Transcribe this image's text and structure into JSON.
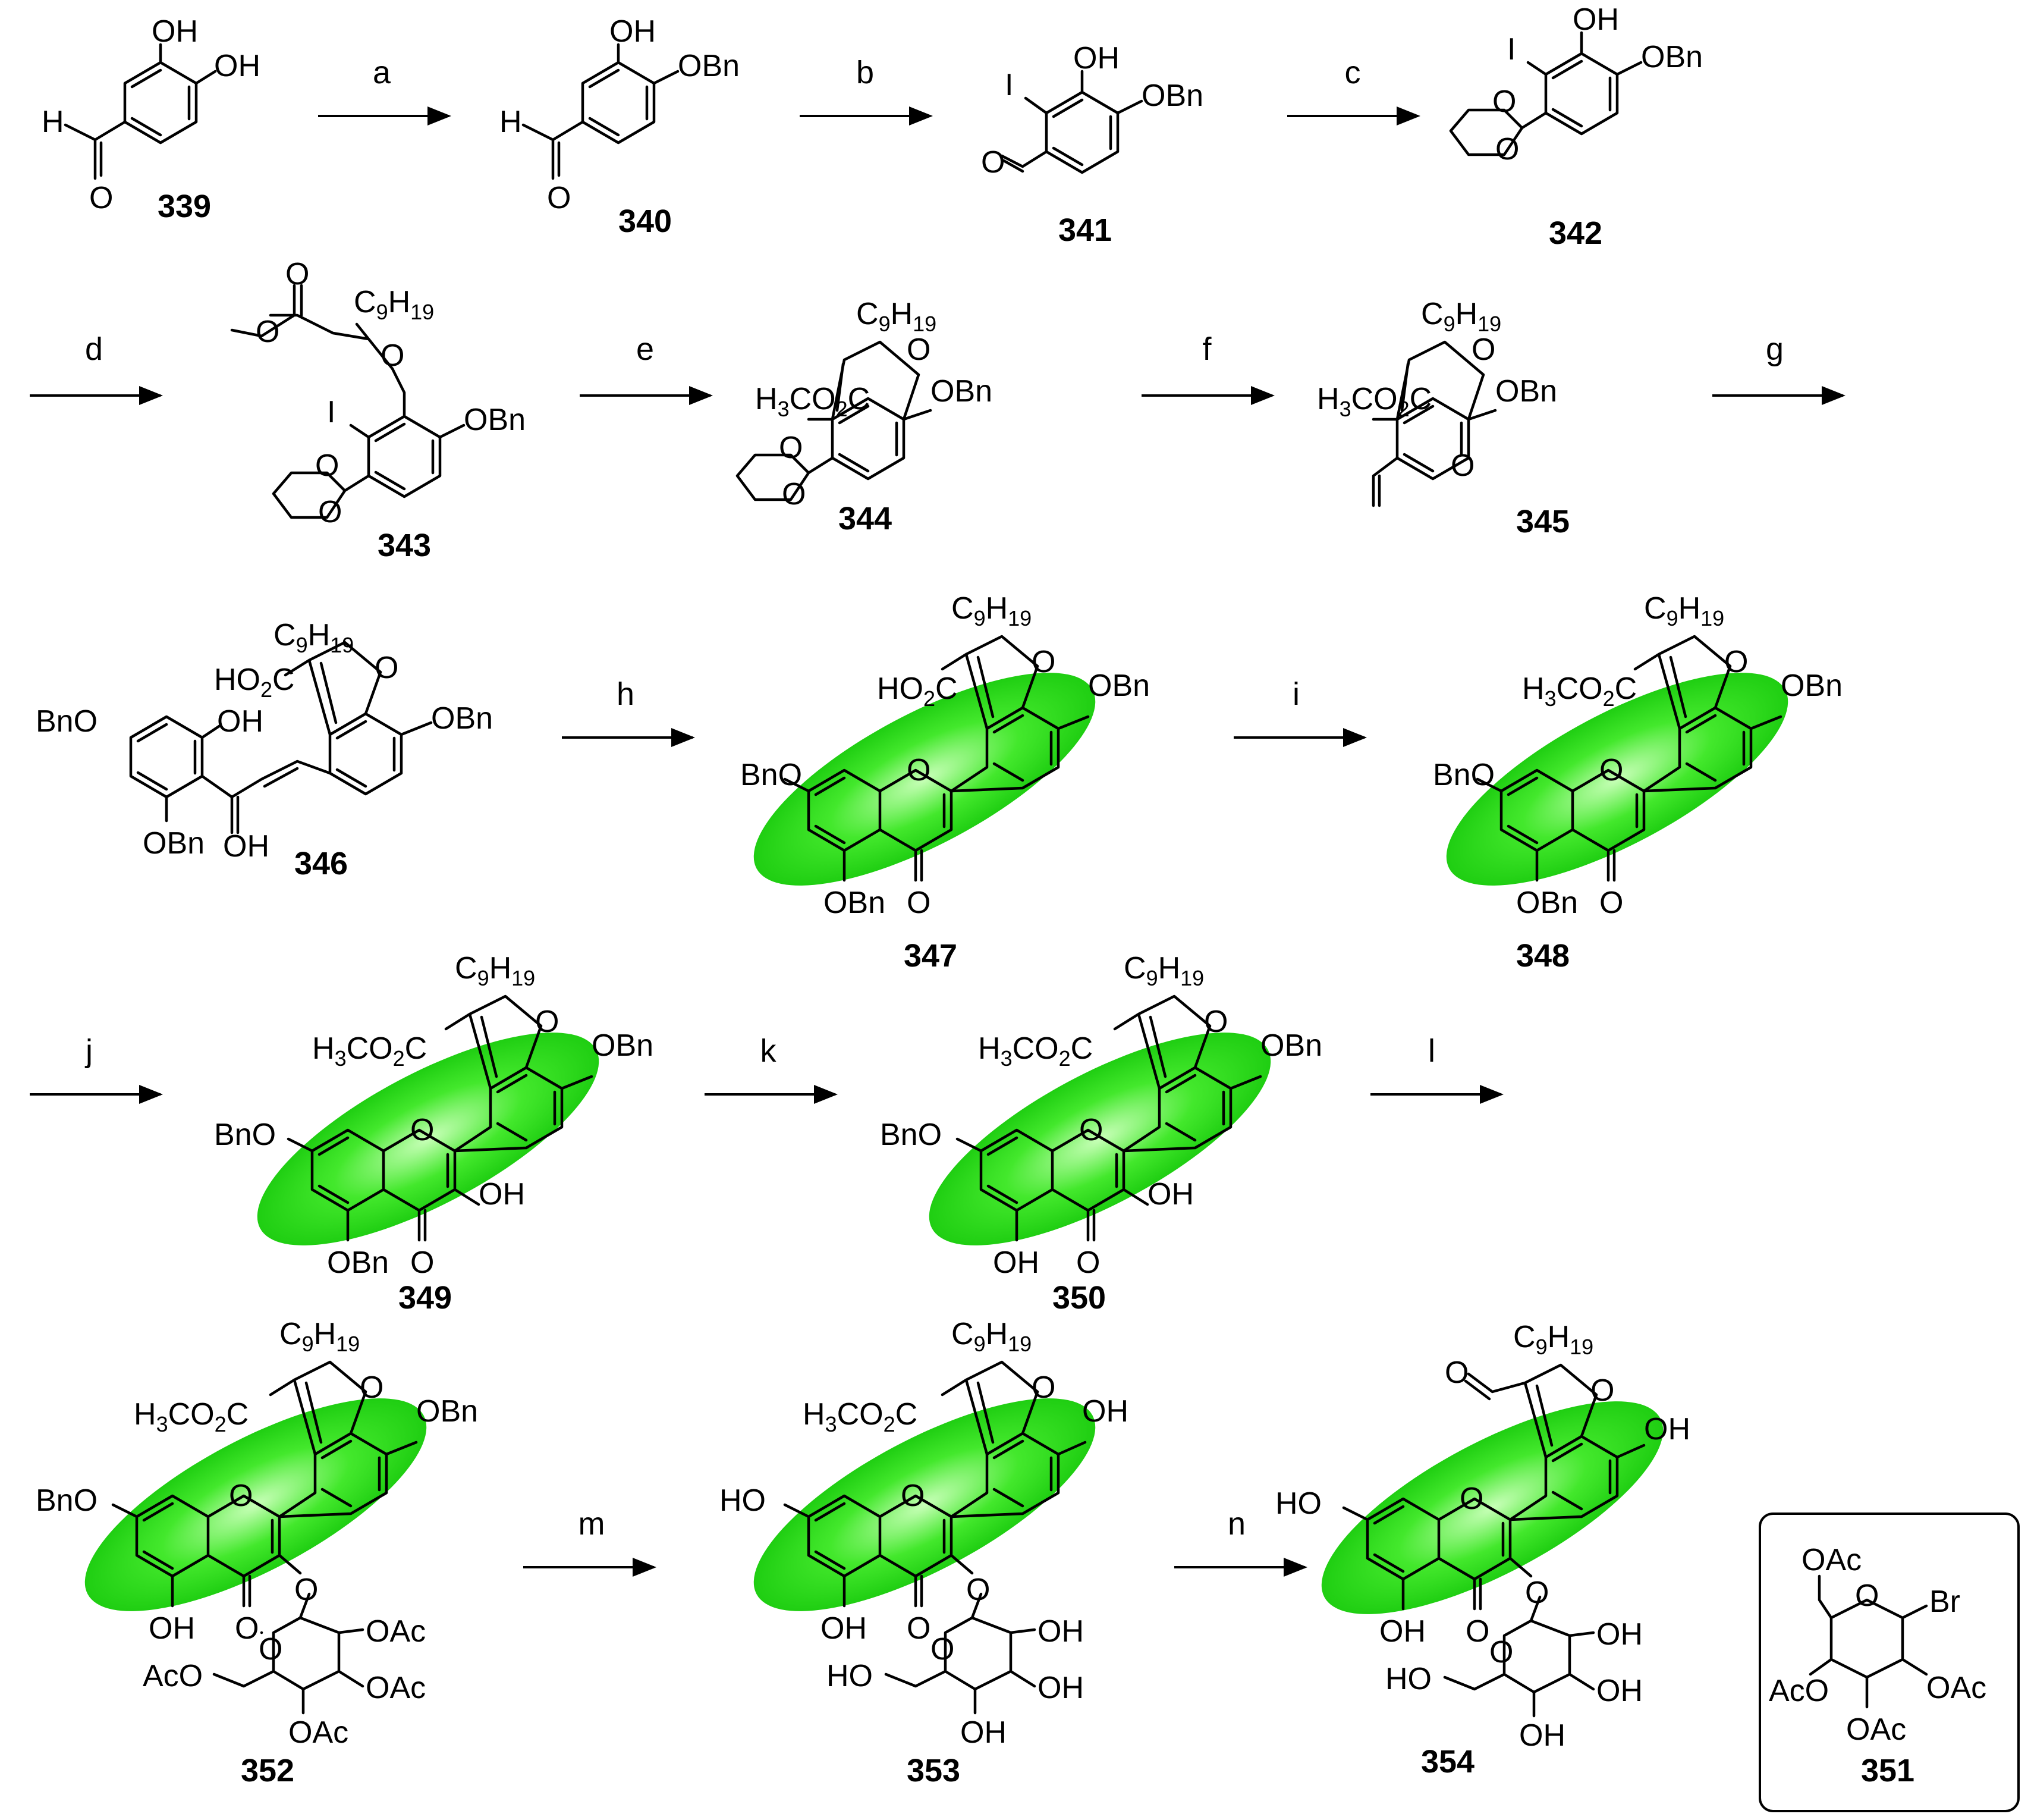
{
  "steps": [
    "a",
    "b",
    "c",
    "d",
    "e",
    "f",
    "g",
    "h",
    "i",
    "j",
    "k",
    "l",
    "m",
    "n"
  ],
  "compounds": {
    "c339": {
      "id": "339",
      "OH_a": "OH",
      "OH_b": "OH",
      "H": "H",
      "O": "O"
    },
    "c340": {
      "id": "340",
      "OH": "OH",
      "OBn": "OBn",
      "H": "H",
      "O": "O"
    },
    "c341": {
      "id": "341",
      "OH": "OH",
      "I": "I",
      "OBn": "OBn",
      "O": "O"
    },
    "c342": {
      "id": "342",
      "OH": "OH",
      "I": "I",
      "OBn": "OBn",
      "O1": "O",
      "O2": "O"
    },
    "c343": {
      "id": "343",
      "Oe": "O",
      "Oester": "O",
      "Oether": "O",
      "C9H19": "C9H19",
      "I": "I",
      "OBn": "OBn",
      "O1": "O",
      "O2": "O"
    },
    "c344": {
      "id": "344",
      "C9H19": "C9H19",
      "O": "O",
      "ester": "H3CO2C",
      "OBn": "OBn",
      "O1": "O",
      "O2": "O"
    },
    "c345": {
      "id": "345",
      "C9H19": "C9H19",
      "O": "O",
      "ester": "H3CO2C",
      "OBn": "OBn",
      "CHO": "O"
    },
    "c346": {
      "id": "346",
      "C9H19": "C9H19",
      "acid": "HO2C",
      "O": "O",
      "OBn_r": "OBn",
      "BnO": "BnO",
      "OH": "OH",
      "OBn_b": "OBn",
      "OH_k": "OH"
    },
    "c347": {
      "id": "347",
      "C9H19": "C9H19",
      "acid": "HO2C",
      "O": "O",
      "OBn_r": "OBn",
      "BnO": "BnO",
      "Oring": "O",
      "OBn_b": "OBn",
      "CO": "O"
    },
    "c348": {
      "id": "348",
      "C9H19": "C9H19",
      "ester": "H3CO2C",
      "O": "O",
      "OBn_r": "OBn",
      "BnO": "BnO",
      "Oring": "O",
      "OBn_b": "OBn",
      "CO": "O"
    },
    "c349": {
      "id": "349",
      "C9H19": "C9H19",
      "ester": "H3CO2C",
      "O": "O",
      "OBn_r": "OBn",
      "BnO": "BnO",
      "Oring": "O",
      "OBn_b": "OBn",
      "CO": "O",
      "OH": "OH"
    },
    "c350": {
      "id": "350",
      "C9H19": "C9H19",
      "ester": "H3CO2C",
      "O": "O",
      "OBn_r": "OBn",
      "BnO": "BnO",
      "Oring": "O",
      "OH_b": "OH",
      "CO": "O",
      "OH": "OH"
    },
    "c352": {
      "id": "352",
      "C9H19": "C9H19",
      "ester": "H3CO2C",
      "O": "O",
      "OBn_r": "OBn",
      "BnO": "BnO",
      "Oring": "O",
      "OH_b": "OH",
      "CO": "O",
      "Ogly": "O",
      "Osugar": "O",
      "OAc1": "OAc",
      "OAc2": "OAc",
      "OAc3": "OAc",
      "AcO": "AcO"
    },
    "c353": {
      "id": "353",
      "C9H19": "C9H19",
      "ester": "H3CO2C",
      "O": "O",
      "OH_r": "OH",
      "HO": "HO",
      "Oring": "O",
      "OH_b": "OH",
      "CO": "O",
      "Ogly": "O",
      "Osugar": "O",
      "OH1": "OH",
      "OH2": "OH",
      "OH3": "OH",
      "HO_s": "HO"
    },
    "c354": {
      "id": "354",
      "C9H19": "C9H19",
      "CHO": "O",
      "O": "O",
      "OH_r": "OH",
      "HO": "HO",
      "Oring": "O",
      "OH_b": "OH",
      "CO": "O",
      "Ogly": "O",
      "Osugar": "O",
      "OH1": "OH",
      "OH2": "OH",
      "OH3": "OH",
      "HO_s": "HO"
    },
    "c351": {
      "id": "351",
      "OAc_top": "OAc",
      "O": "O",
      "Br": "Br",
      "AcO": "AcO",
      "OAc_r": "OAc",
      "OAc_b": "OAc"
    }
  },
  "colors": {
    "highlight": "#2bdc1f",
    "ink": "#000000"
  }
}
